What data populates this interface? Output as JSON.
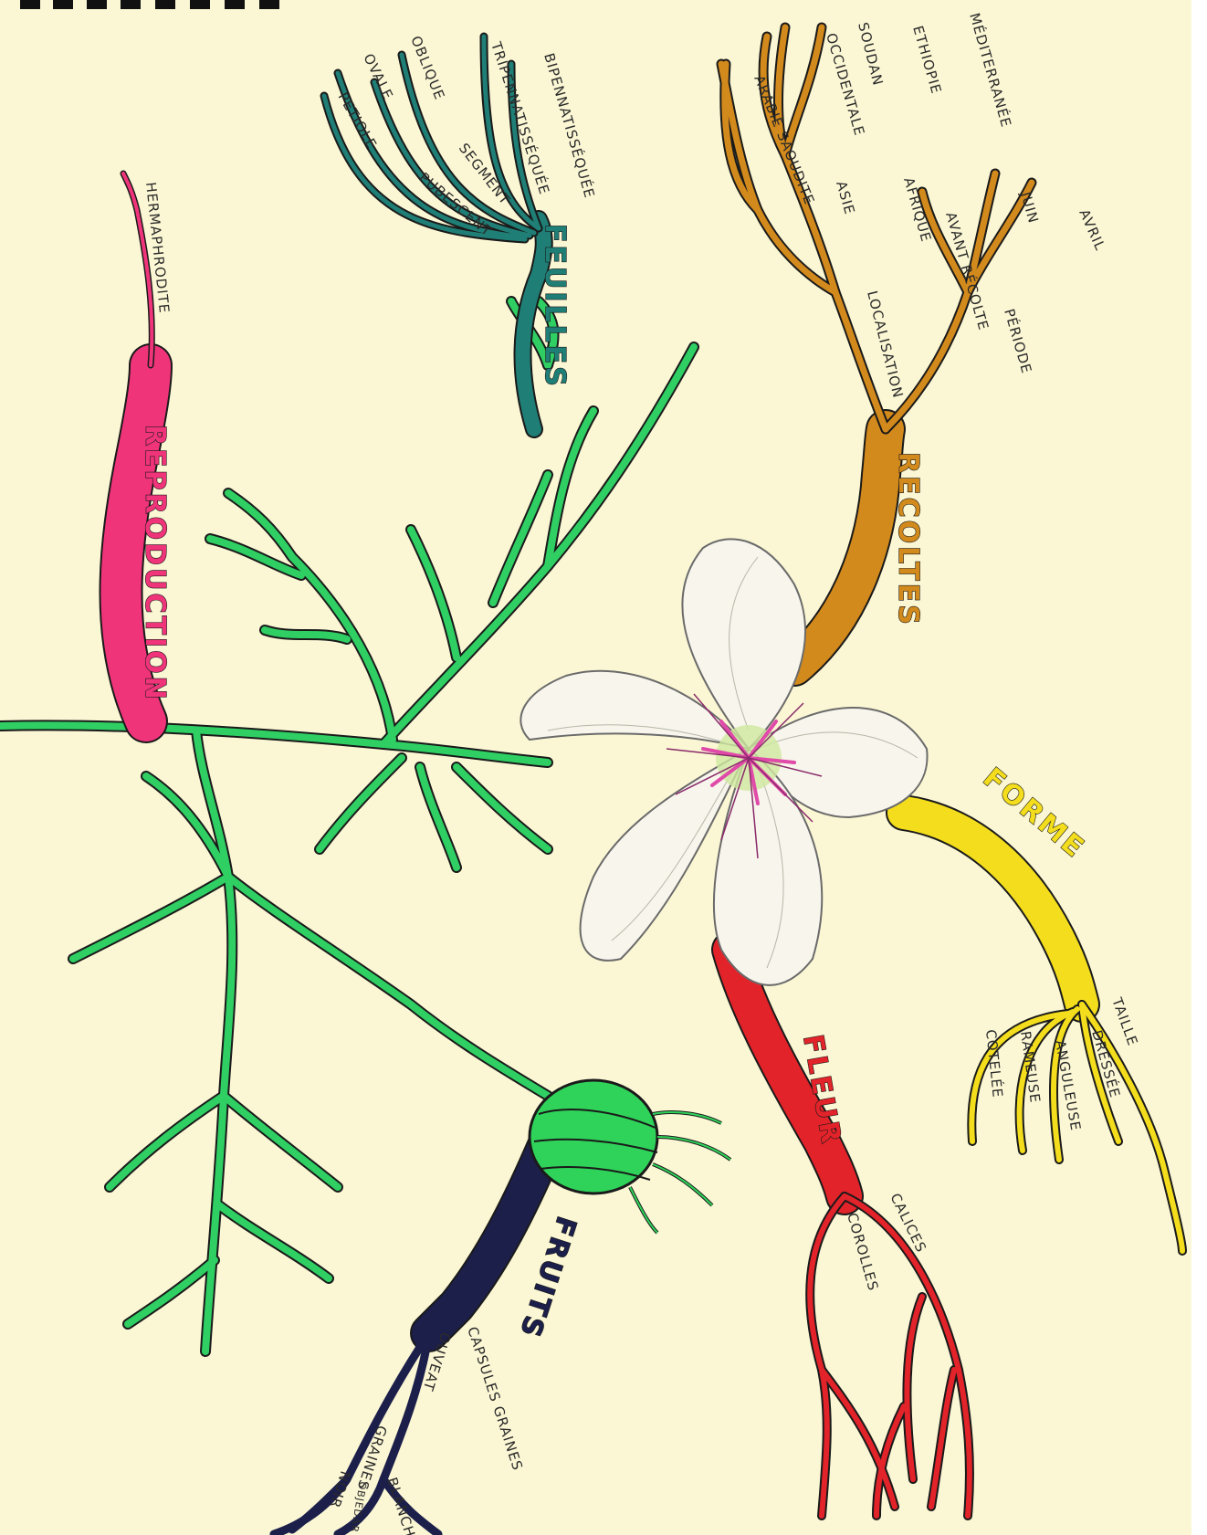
{
  "colors": {
    "paper": "#fbf7d4",
    "feuilles": "#1f7f76",
    "recoltes": "#d38a1c",
    "forme": "#f3dd1c",
    "fleur": "#e2232a",
    "fruits": "#1c1f4a",
    "reproduction": "#f0347a",
    "stem": "#2fcf63"
  },
  "branches": {
    "feuilles": {
      "title": "FEUILLES",
      "labels": [
        "BIPENNATISSÉQUÉE",
        "TRIPENNATISSÉQUÉE",
        "OBLIQUE",
        "OVALE",
        "PETIOLE",
        "SEGMENT",
        "PUBESCENT"
      ]
    },
    "recoltes": {
      "title": "RECOLTES",
      "labels": [
        "MÉDITERRANÉE",
        "ETHIOPIE",
        "SOUDAN",
        "OCCIDENTALE",
        "ARABIE SAOUDITE",
        "ASIE",
        "AFRIQUE",
        "LOCALISATION",
        "AVANT RÉCOLTE",
        "JUIN",
        "AVRIL",
        "PÉRIODE"
      ]
    },
    "forme": {
      "title": "FORME",
      "labels": [
        "TAILLE",
        "DRESSÉE",
        "ANGULEUSE",
        "RAMEUSE",
        "COTELÉE"
      ]
    },
    "fleur": {
      "title": "FLEUR",
      "labels": [
        "CALICES",
        "COROLLES"
      ]
    },
    "fruits": {
      "title": "FRUITS",
      "labels": [
        "CAPSULES GRAINES",
        "OUVEAT",
        "GRAINES",
        "NOIR",
        "BLANCHE",
        "OBJEDAR"
      ]
    },
    "reproduction": {
      "title": "REPRODUCTION",
      "labels": [
        "HERMAPHRODITE"
      ]
    }
  }
}
